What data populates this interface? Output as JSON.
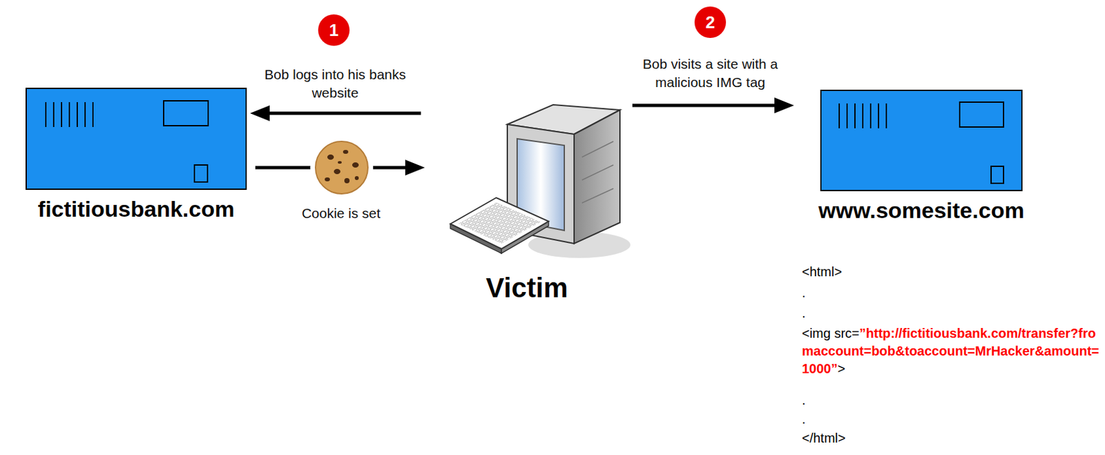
{
  "diagram": {
    "nodes": [
      {
        "text": [
          "fictitiousbank.com"
        ]
      },
      {
        "text": [
          "Victim"
        ]
      },
      {
        "text": [
          "www.somesite.com"
        ]
      }
    ],
    "edges": [
      {
        "from": 1,
        "to": 0,
        "label": "Bob logs into his banks website",
        "arrow": "to"
      },
      {
        "from": 0,
        "to": 1,
        "label": "Cookie is set",
        "arrow": "to"
      },
      {
        "from": 1,
        "to": 2,
        "label": "Bob visits a site with a malicious IMG tag",
        "arrow": "to"
      }
    ],
    "labels": [
      "1",
      "2",
      "<html>",
      ".",
      ".",
      "<img src=",
      "”http://fictitiousbank.com/transfer?fromaccount=bob&toaccount=MrHacker&amount=1000”",
      ">",
      ".",
      ".",
      "</html>"
    ]
  }
}
